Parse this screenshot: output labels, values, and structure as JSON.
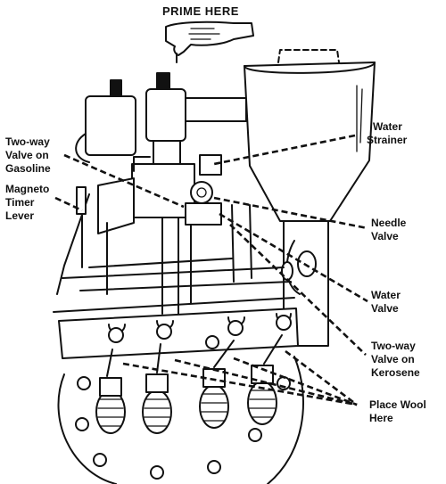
{
  "labels": {
    "prime_here": "PRIME HERE",
    "water_strainer_1": "Water",
    "water_strainer_2": "Strainer",
    "two_way_gasoline_1": "Two-way",
    "two_way_gasoline_2": "Valve on",
    "two_way_gasoline_3": "Gasoline",
    "magneto_1": "Magneto",
    "magneto_2": "Timer",
    "magneto_3": "Lever",
    "needle_valve_1": "Needle",
    "needle_valve_2": "Valve",
    "water_valve_1": "Water",
    "water_valve_2": "Valve",
    "two_way_kerosene_1": "Two-way",
    "two_way_kerosene_2": "Valve on",
    "two_way_kerosene_3": "Kerosene",
    "place_wool_1": "Place Wool",
    "place_wool_2": "Here"
  }
}
